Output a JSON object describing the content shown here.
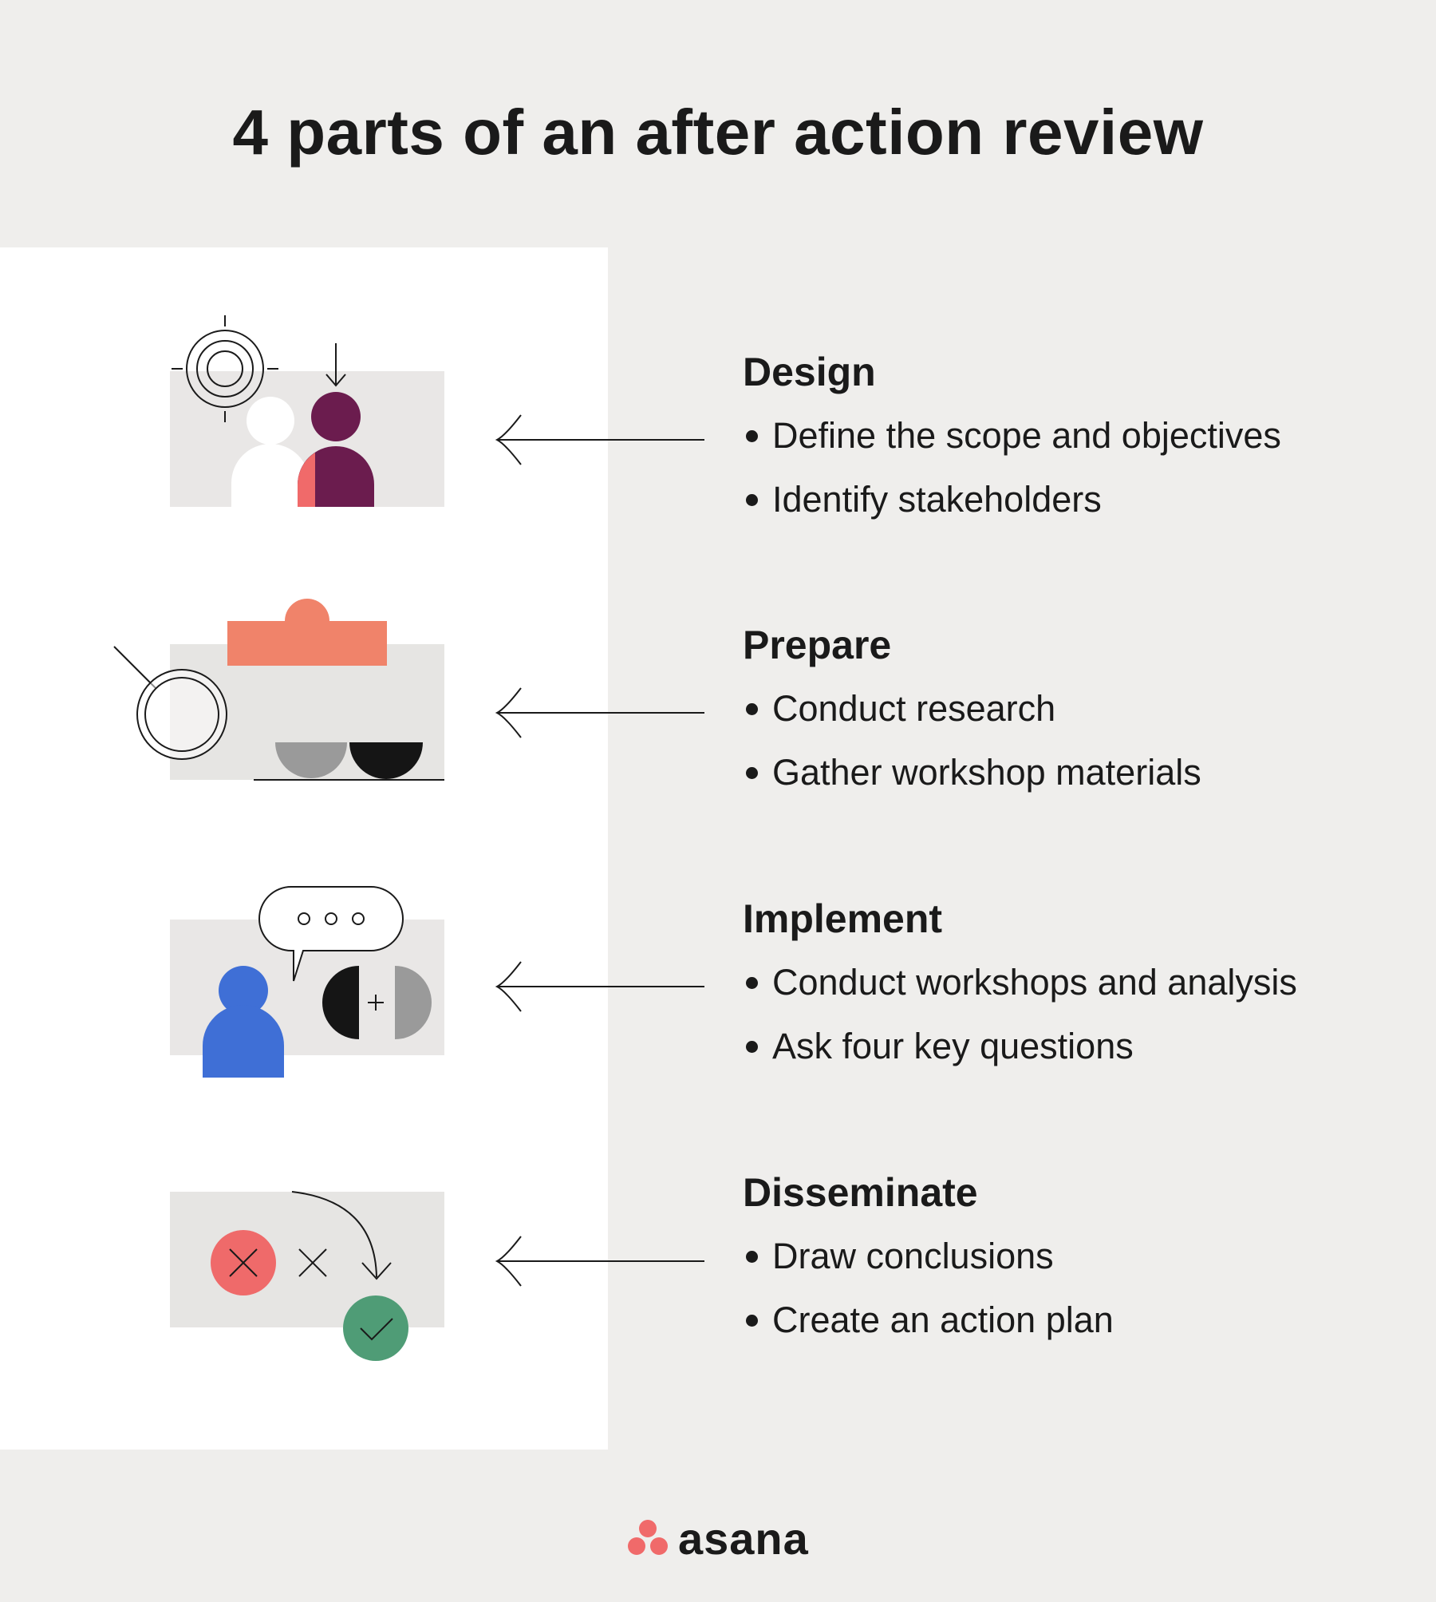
{
  "title": "4 parts of an after action review",
  "colors": {
    "background": "#efeeec",
    "panel": "#ffffff",
    "plum": "#6b1c4e",
    "coral": "#f0836a",
    "red": "#ef6a6a",
    "blue": "#3f6fd6",
    "green": "#4f9c76",
    "gray": "#9a9a9a",
    "black": "#151515"
  },
  "sections": [
    {
      "heading": "Design",
      "bullets": [
        "Define the scope and objectives",
        "Identify stakeholders"
      ],
      "icon": "target-person-icon"
    },
    {
      "heading": "Prepare",
      "bullets": [
        "Conduct research",
        "Gather workshop materials"
      ],
      "icon": "magnifier-bowls-icon"
    },
    {
      "heading": "Implement",
      "bullets": [
        "Conduct workshops and analysis",
        "Ask four key questions"
      ],
      "icon": "chat-person-icon"
    },
    {
      "heading": "Disseminate",
      "bullets": [
        "Draw conclusions",
        "Create an action plan"
      ],
      "icon": "cross-check-icon"
    }
  ],
  "brand": {
    "name": "asana"
  }
}
